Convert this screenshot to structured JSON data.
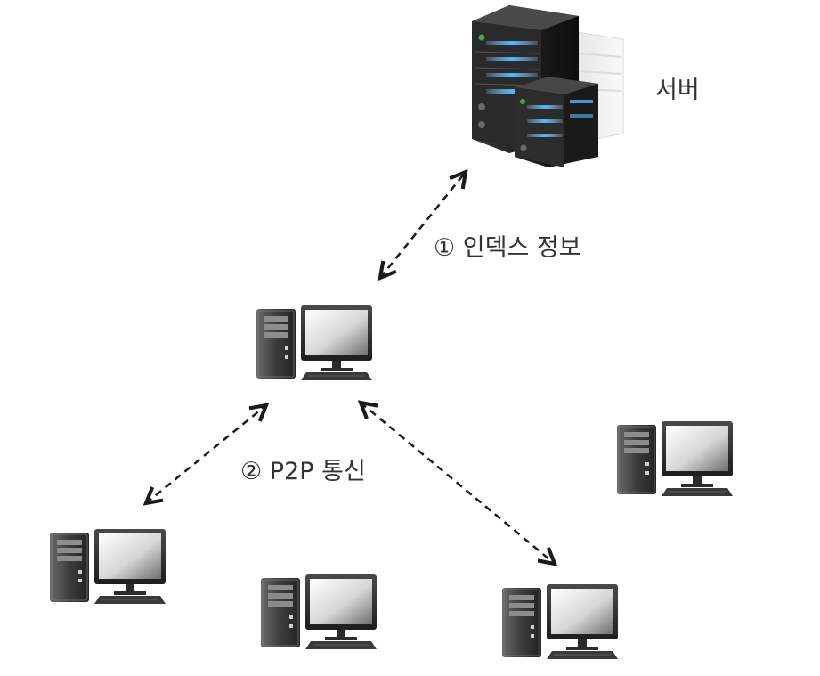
{
  "labels": {
    "server": "서버",
    "index_info": "① 인덱스 정보",
    "p2p": "② P2P 통신"
  },
  "colors": {
    "arrow": "#1a1a1a",
    "text": "#333333",
    "server_glow": "#4fb8ff",
    "computer_dark": "#2e2e2e"
  },
  "icons": {
    "server": "server-rack-icon",
    "computer": "desktop-computer-icon"
  }
}
